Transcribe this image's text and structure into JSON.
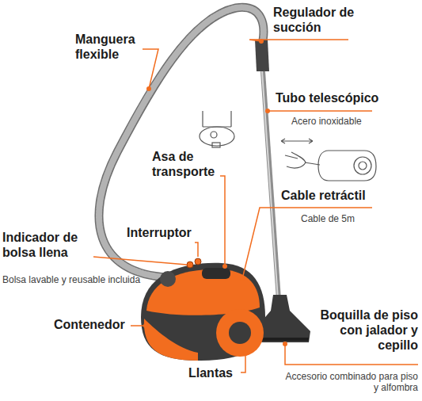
{
  "diagram": {
    "labels": [
      "Manguera flexible",
      "Regulador de succión",
      "Tubo telescópico",
      "Acero inoxidable",
      "Asa de transporte",
      "Cable retráctil",
      "Cable de 5m",
      "Interruptor",
      "Indicador de bolsa llena",
      "Bolsa lavable y reusable incluida",
      "Contenedor",
      "Boquilla de piso con jalador y cepillo",
      "Llantas",
      "Accesorio combinado para piso y alfombra"
    ]
  }
}
